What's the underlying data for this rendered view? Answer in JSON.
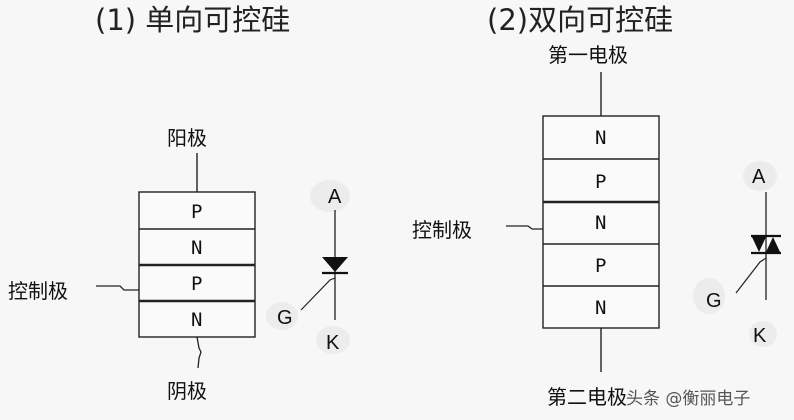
{
  "scr": {
    "title": "(1)  单向可控硅",
    "anode": "阳极",
    "cathode": "阴极",
    "gate": "控制极",
    "layers": [
      "P",
      "N",
      "P",
      "N"
    ],
    "symbol": {
      "a": "A",
      "g": "G",
      "k": "K"
    }
  },
  "triac": {
    "title": "(2)双向可控硅",
    "t1": "第一电极",
    "t2": "第二电极",
    "gate": "控制极",
    "layers": [
      "N",
      "P",
      "N",
      "P",
      "N"
    ],
    "symbol": {
      "a": "A",
      "g": "G",
      "k": "K"
    }
  },
  "watermark": "头条 @衡丽电子"
}
